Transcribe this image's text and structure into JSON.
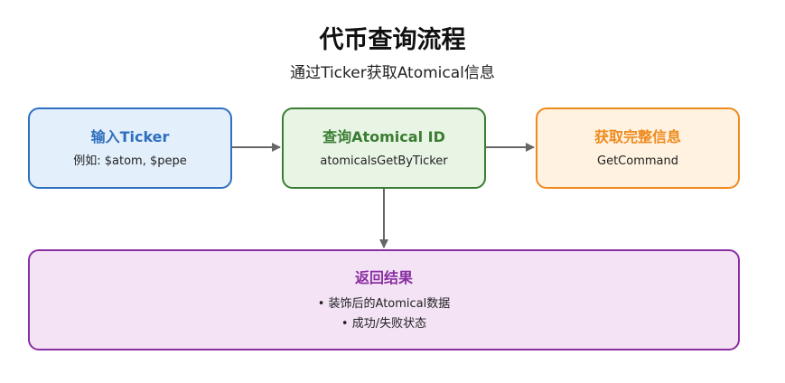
{
  "header": {
    "title": "代币查询流程",
    "subtitle": "通过Ticker获取Atomical信息"
  },
  "nodes": {
    "input": {
      "title": "输入Ticker",
      "detail": "例如: $atom, $pepe"
    },
    "query": {
      "title": "查询Atomical ID",
      "detail": "atomicalsGetByTicker"
    },
    "fetch": {
      "title": "获取完整信息",
      "detail": "GetCommand"
    },
    "result": {
      "title": "返回结果",
      "items": [
        "• 装饰后的Atomical数据",
        "• 成功/失败状态"
      ]
    }
  },
  "colors": {
    "input": "#2f6fbf",
    "query": "#3a7d33",
    "fetch": "#ef8a1d",
    "result": "#8a2fa2",
    "arrow": "#666666"
  }
}
